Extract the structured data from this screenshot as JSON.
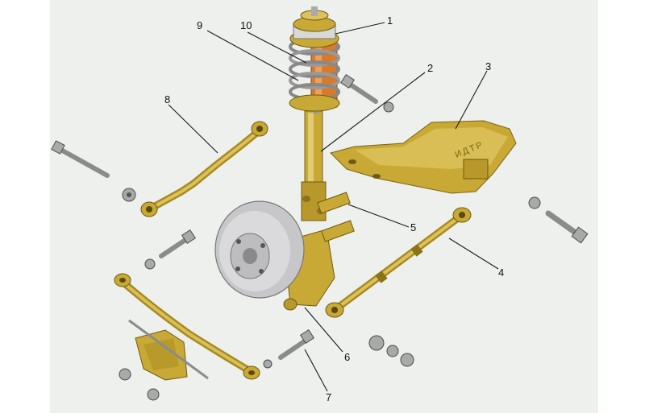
{
  "diagram": {
    "callouts": [
      "1",
      "2",
      "3",
      "4",
      "5",
      "6",
      "7",
      "8",
      "9",
      "10"
    ],
    "watermark": "ИДТР",
    "colors": {
      "part_gold": "#c9a935",
      "part_gold_dark": "#a88a1e",
      "spring_orange": "#d97a2a",
      "hub_silver": "#c7c7c9",
      "fastener_grey": "#a8aaa8",
      "background": "#eef0ee"
    }
  }
}
